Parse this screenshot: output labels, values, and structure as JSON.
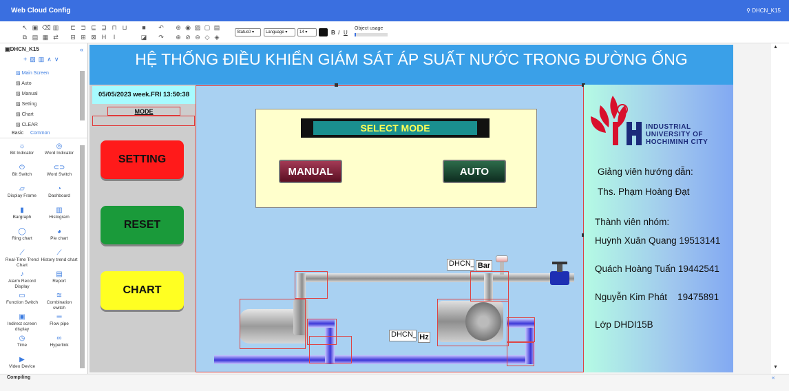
{
  "app": {
    "title": "Web Cloud Config",
    "user": "DHCN_K15"
  },
  "toolbar": {
    "status_select": "Status0",
    "language_select": "Language",
    "font_size": "14",
    "bold": "B",
    "italic": "I",
    "underline": "U",
    "object_usage_label": "Object usage"
  },
  "project": {
    "name": "DHCN_K15",
    "screens": [
      "Main Screen",
      "Auto",
      "Manual",
      "Setting",
      "Chart",
      "CLEAR"
    ]
  },
  "tool_tabs": [
    "Basic",
    "Common"
  ],
  "tools": [
    {
      "label": "Bit Indicator",
      "icon": "sun-icon",
      "glyph": "☼"
    },
    {
      "label": "Word Indicator",
      "icon": "target-icon",
      "glyph": "◎"
    },
    {
      "label": "Bit Switch",
      "icon": "power-icon",
      "glyph": "⏻"
    },
    {
      "label": "Word Switch",
      "icon": "toggle-icon",
      "glyph": "⊂⊃"
    },
    {
      "label": "Display Frame",
      "icon": "edit-frame-icon",
      "glyph": "▱"
    },
    {
      "label": "Dashboard",
      "icon": "gauge-icon",
      "glyph": "◔"
    },
    {
      "label": "Bargraph",
      "icon": "bargraph-icon",
      "glyph": "▮"
    },
    {
      "label": "Histogram",
      "icon": "histogram-icon",
      "glyph": "▥"
    },
    {
      "label": "Ring chart",
      "icon": "ring-chart-icon",
      "glyph": "◯"
    },
    {
      "label": "Pie chart",
      "icon": "pie-chart-icon",
      "glyph": "◕"
    },
    {
      "label": "Real-Time Trend Chart",
      "icon": "trend-icon",
      "glyph": "⟋"
    },
    {
      "label": "History trend chart",
      "icon": "history-trend-icon",
      "glyph": "⟋"
    },
    {
      "label": "Alarm Record Display",
      "icon": "bell-icon",
      "glyph": "♪"
    },
    {
      "label": "Report",
      "icon": "report-icon",
      "glyph": "▤"
    },
    {
      "label": "Function Switch",
      "icon": "function-switch-icon",
      "glyph": "▭"
    },
    {
      "label": "Combination switch",
      "icon": "combination-icon",
      "glyph": "≋"
    },
    {
      "label": "Indirect screen display",
      "icon": "screen-icon",
      "glyph": "▣"
    },
    {
      "label": "Flow pipe",
      "icon": "flow-pipe-icon",
      "glyph": "═"
    },
    {
      "label": "Time",
      "icon": "clock-icon",
      "glyph": "◷"
    },
    {
      "label": "Hyperlink",
      "icon": "link-icon",
      "glyph": "∞"
    },
    {
      "label": "Video Device",
      "icon": "video-icon",
      "glyph": "▶"
    }
  ],
  "status": {
    "text": "Compiling"
  },
  "hmi": {
    "header": "HỆ THỐNG ĐIỀU KHIỂN GIÁM SÁT ÁP SUẤT NƯỚC TRONG ĐƯỜNG ỐNG",
    "datetime": "05/05/2023 week.FRI 13:50:38",
    "mode_label": "MODE",
    "buttons": {
      "setting": "SETTING",
      "reset": "RESET",
      "chart": "CHART"
    },
    "select_mode": "SELECT MODE",
    "manual": "MANUAL",
    "auto": "AUTO",
    "tags": {
      "pressure_tag": "DHCN_",
      "pressure_unit": "Bar",
      "freq_tag": "DHCN_",
      "freq_unit": "Hz"
    },
    "logo": {
      "line1": "INDUSTRIAL",
      "line2": "UNIVERSITY OF",
      "line3": "HOCHIMINH CITY"
    },
    "info": {
      "advisor_label": "Giảng viên hướng dẫn:",
      "advisor": "Ths. Phạm Hoàng Đạt",
      "members_label": "Thành viên nhóm:",
      "m1": "Huỳnh Xuân Quang 19513141",
      "m2": "Quách Hoàng Tuấn 19442541",
      "m3": "Nguyễn Kim Phát    19475891",
      "class": "Lớp DHDI15B"
    }
  },
  "colors": {
    "topbar": "#3a6fe0",
    "header": "#3aa0e8",
    "setting": "#ff0000",
    "reset": "#1a9a3a",
    "chart": "#ffff00",
    "panel": "#ffffcc"
  }
}
